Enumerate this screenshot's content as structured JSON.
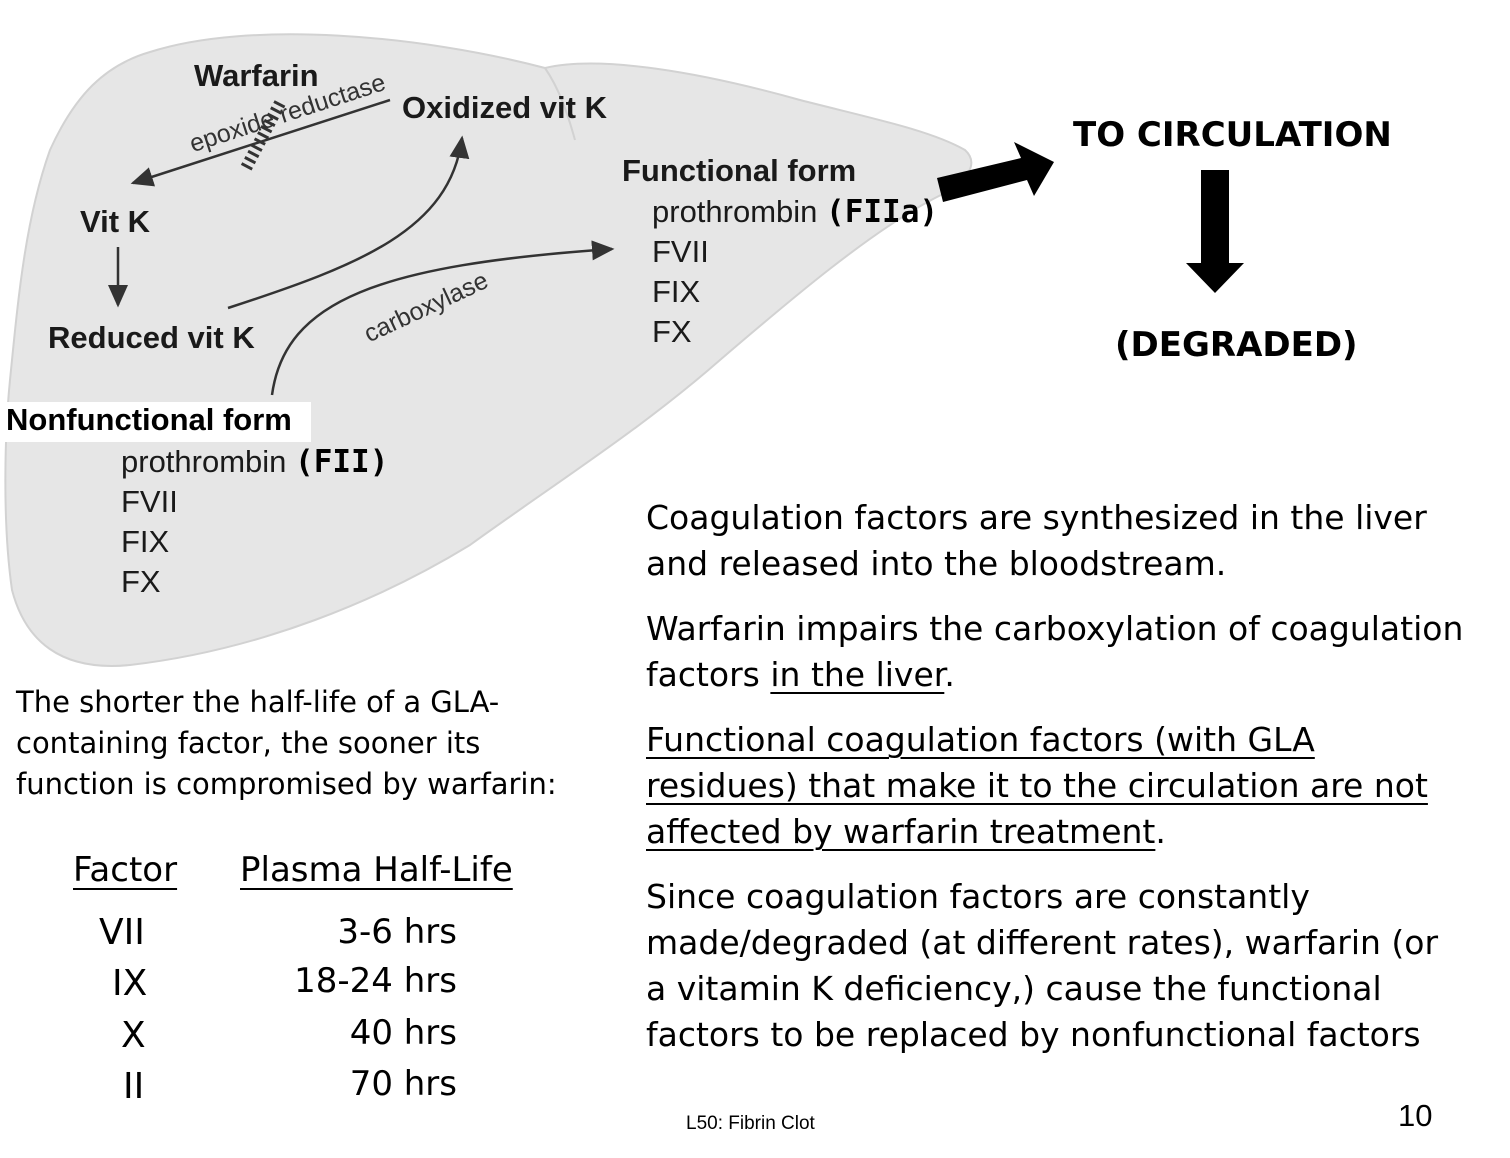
{
  "diagram": {
    "warfarin_label": "Warfarin",
    "oxidized_vitk": "Oxidized vit K",
    "vitk": "Vit K",
    "reduced_vitk": "Reduced vit K",
    "epoxide_reductase": "epoxide reductase",
    "carboxylase": "carboxylase",
    "functional_form": {
      "title": "Functional form",
      "first": "prothrombin",
      "first_tag": "(FIIa)",
      "items": [
        "FVII",
        "FIX",
        "FX"
      ]
    },
    "nonfunctional_form": {
      "title": "Nonfunctional form",
      "first": "prothrombin",
      "first_tag": "(FII)",
      "items": [
        "FVII",
        "FIX",
        "FX"
      ]
    },
    "to_circulation": "TO CIRCULATION",
    "degraded": "(DEGRADED)",
    "liver_fill": "#e6e6e6"
  },
  "note": {
    "lines": [
      "The shorter the half-life of a GLA-",
      "containing factor, the sooner its",
      "function is compromised by warfarin:"
    ]
  },
  "table": {
    "headers": [
      "Factor",
      "Plasma Half-Life"
    ],
    "rows": [
      {
        "factor": "VII",
        "half_life": "3-6 hrs"
      },
      {
        "factor": "IX",
        "half_life": "18-24 hrs"
      },
      {
        "factor": "X",
        "half_life": "40 hrs"
      },
      {
        "factor": "II",
        "half_life": "70 hrs"
      }
    ]
  },
  "paragraphs": {
    "p1": [
      "Coagulation factors are synthesized in the liver",
      "and released into the bloodstream."
    ],
    "p2_line1": "Warfarin impairs the carboxylation of coagulation",
    "p2_line2_pre": "factors ",
    "p2_line2_u": "in the liver",
    "p2_line2_post": ".",
    "p3_u": [
      "Functional coagulation factors (with GLA",
      "residues) that make it to the circulation are not",
      "affected by warfarin treatment"
    ],
    "p3_post": ".",
    "p4": [
      "Since coagulation factors are constantly",
      "made/degraded (at different rates), warfarin (or",
      "a vitamin K deficiency,) cause the functional",
      "factors to be replaced by nonfunctional factors"
    ]
  },
  "footer": "L50:  Fibrin Clot",
  "page_number": "10"
}
